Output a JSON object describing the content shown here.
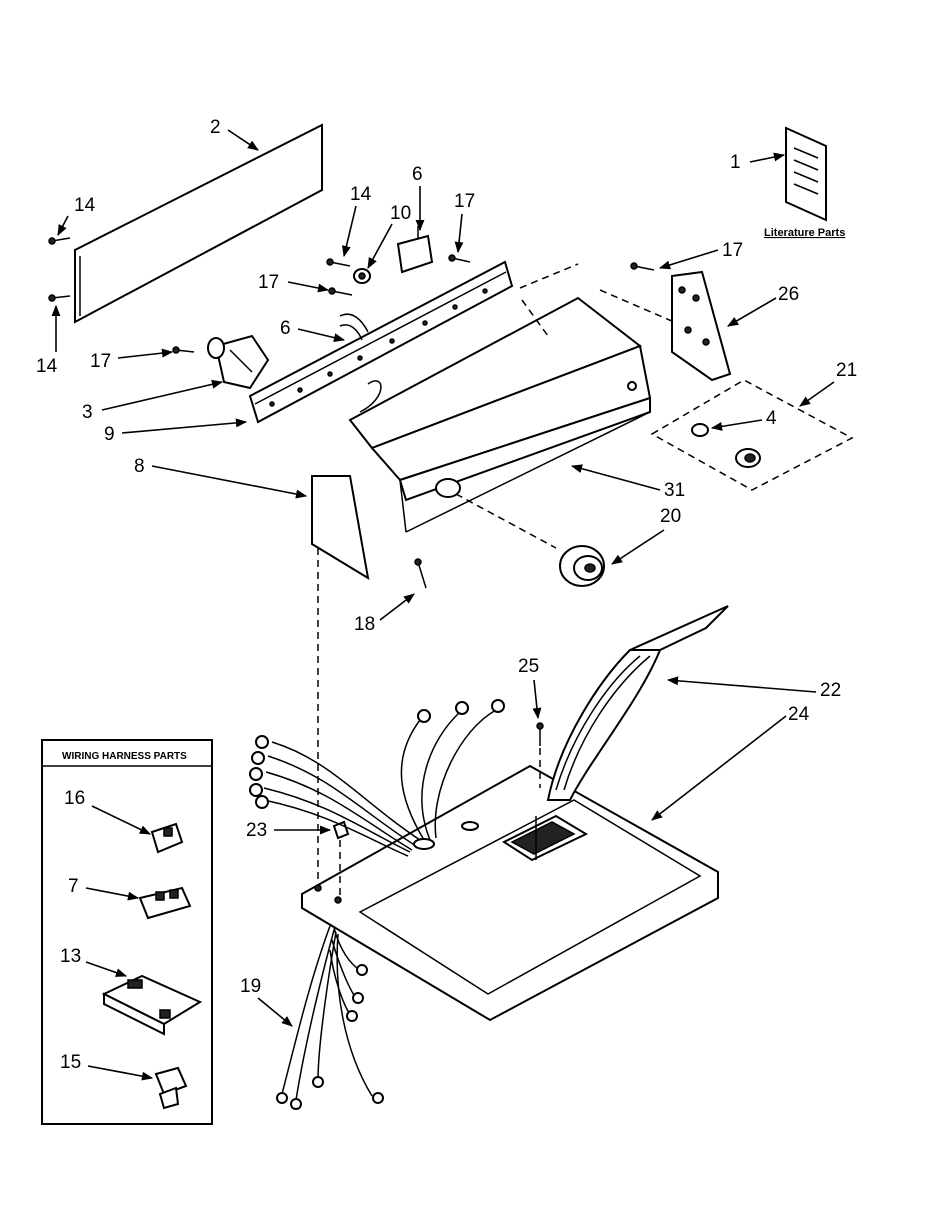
{
  "literature_caption": "Literature Parts",
  "harness_box_title": "WIRING HARNESS PARTS",
  "callouts": {
    "c1": "1",
    "c2": "2",
    "c3": "3",
    "c4": "4",
    "c6a": "6",
    "c6b": "6",
    "c7": "7",
    "c8": "8",
    "c9": "9",
    "c10": "10",
    "c13": "13",
    "c14a": "14",
    "c14b": "14",
    "c14c": "14",
    "c15": "15",
    "c16": "16",
    "c17a": "17",
    "c17b": "17",
    "c17c": "17",
    "c17d": "17",
    "c18": "18",
    "c19": "19",
    "c20": "20",
    "c21": "21",
    "c22": "22",
    "c23": "23",
    "c24": "24",
    "c25": "25",
    "c26": "26",
    "c31": "31"
  }
}
